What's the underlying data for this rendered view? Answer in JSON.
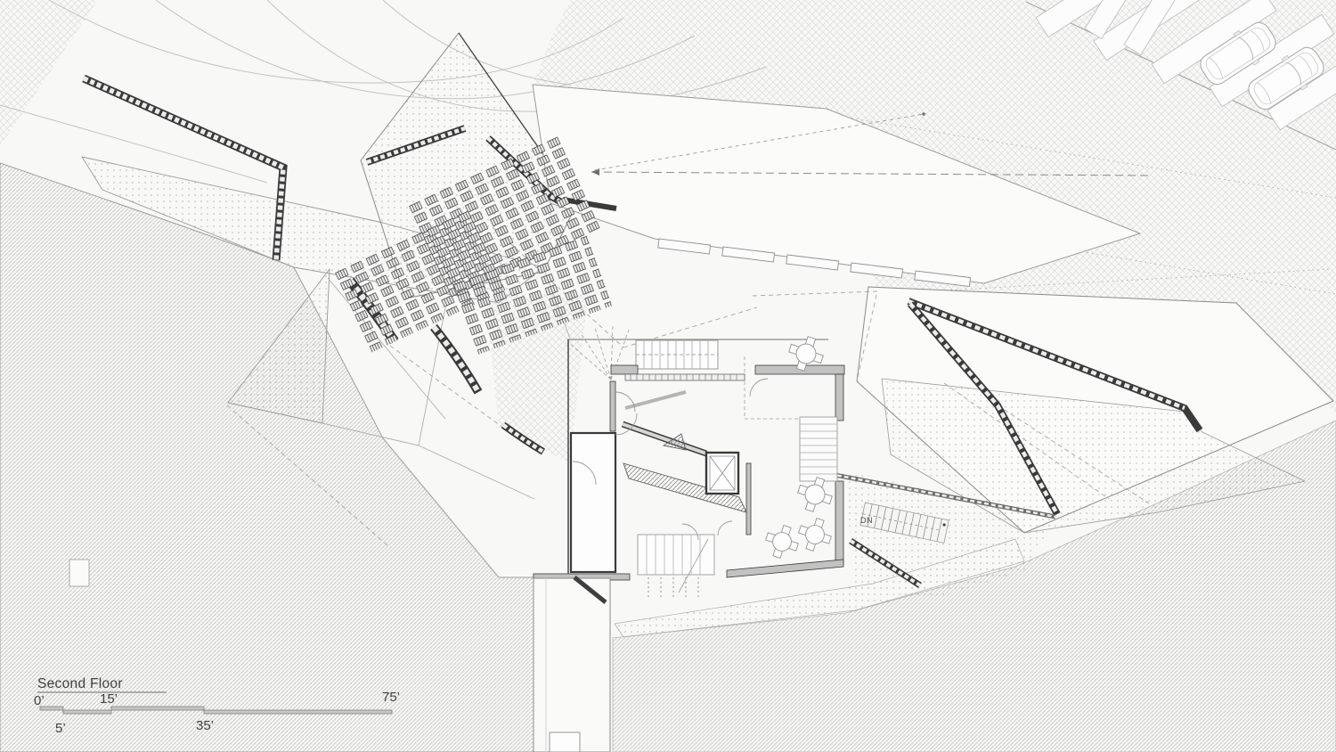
{
  "drawing": {
    "floor_label": "Second Floor",
    "down_label": "DN",
    "scale": {
      "tick_labels_top": [
        "0’",
        "15’",
        "75’"
      ],
      "tick_labels_bottom": [
        "5’",
        "35’"
      ]
    },
    "colors": {
      "background": "#f8f8f6",
      "terrain_hatch": "#c9c9c9",
      "crosshatch": "#dcdcdc",
      "plane_fill": "#fbfbfa",
      "dot_texture": "#9b9b9b",
      "wall_fill": "#c2c2c2",
      "dark_line": "#3a3a3a",
      "mid_line": "#8a8a8a",
      "scale_bar_fill": "#c6c6c6",
      "text": "#3f3f3f"
    },
    "features": {
      "parked_cars": 2,
      "cafe_tables": 4,
      "seating_clusters": 3
    }
  }
}
